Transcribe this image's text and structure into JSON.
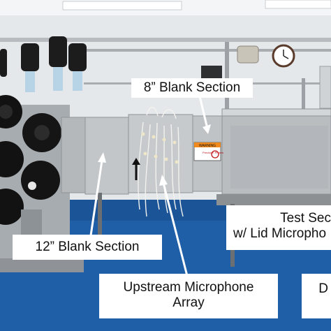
{
  "labels": {
    "blank_8": "8” Blank Section",
    "blank_12": "12” Blank Section",
    "upstream_line1": "Upstream Microphone",
    "upstream_line2": "Array",
    "test_line1": "Test Sec",
    "test_line2": "w/ Lid Micropho",
    "downstream_partial": "D"
  },
  "placards": {
    "warning": "WARNING",
    "sign_text": "Precision\nProbes"
  },
  "colors": {
    "floor": "#1f5fa8",
    "wall": "#e4e8ea",
    "metal": "#b9bdc0",
    "label_bg": "#ffffff",
    "warning_orange": "#f08a1c"
  }
}
